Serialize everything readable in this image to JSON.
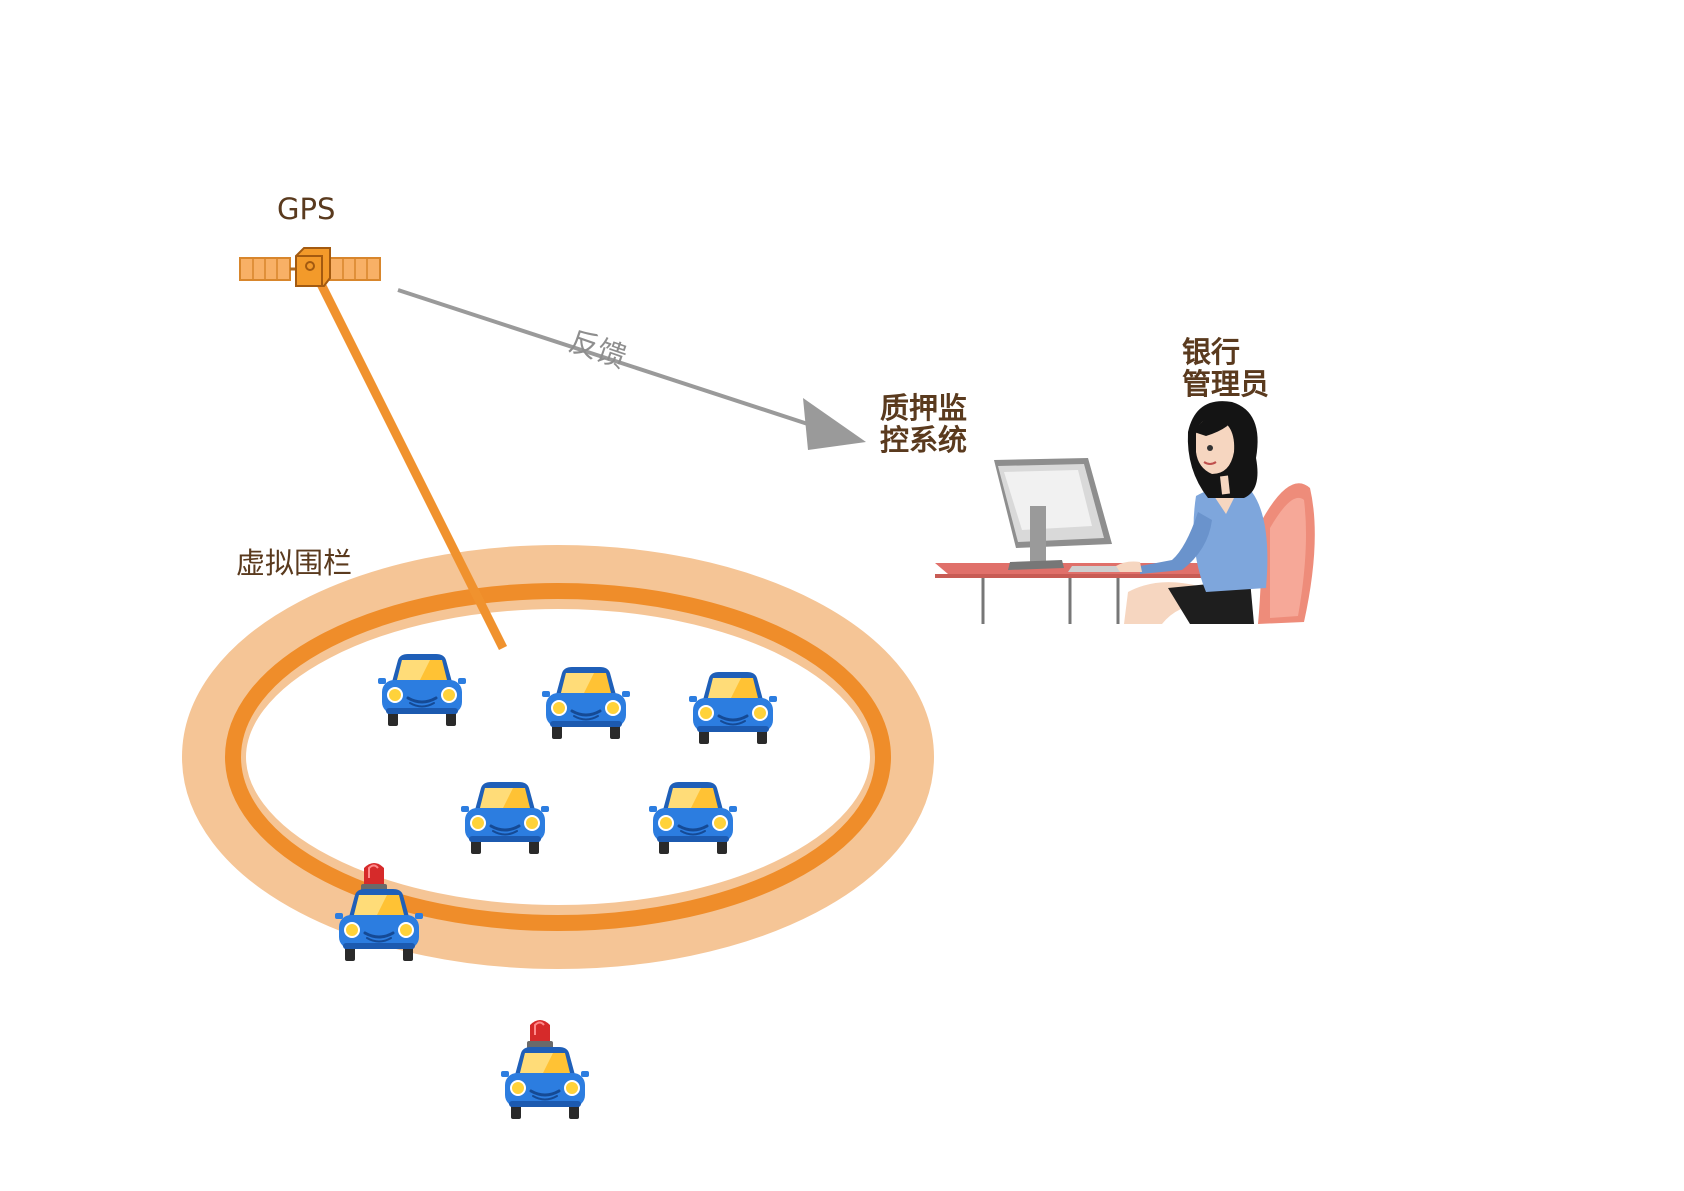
{
  "labels": {
    "gps": "GPS",
    "feedback": "反馈",
    "fence": "虚拟围栏",
    "system_line1": "质押监",
    "system_line2": "控系统",
    "manager_line1": "银行",
    "manager_line2": "管理员"
  },
  "colors": {
    "fence_outer": "#f5c596",
    "fence_inner": "#ef8d2a",
    "beam": "#f0922e",
    "arrow": "#9a9a9a",
    "car_body": "#2c7de0",
    "car_glass": "#ffc234",
    "siren": "#d62a2a",
    "text": "#5a3a1e"
  },
  "icons": [
    "satellite-icon",
    "car-icon",
    "siren-icon",
    "monitor-icon",
    "desk-icon",
    "office-chair-icon",
    "woman-operator-icon"
  ]
}
